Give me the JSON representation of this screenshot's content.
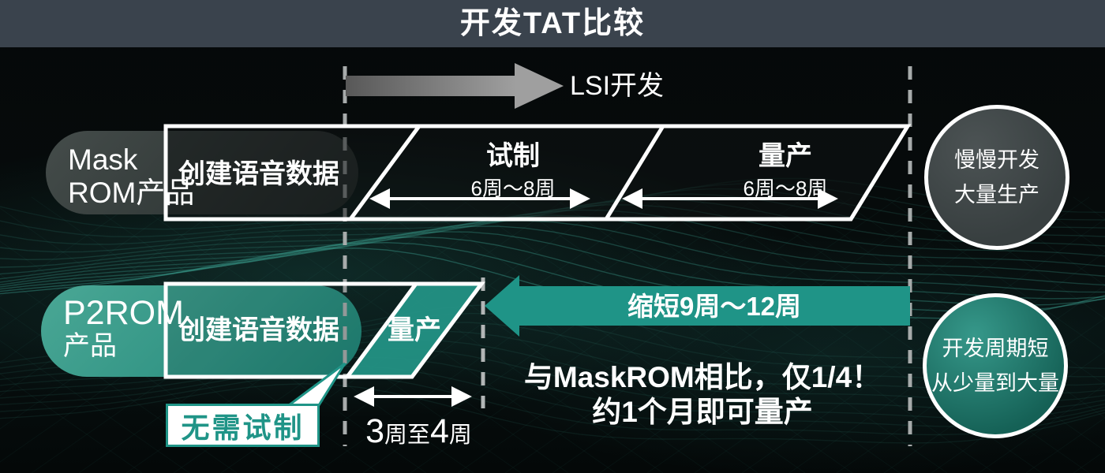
{
  "title": "开发TAT比较",
  "timeline": {
    "lsi_label": "LSI开发"
  },
  "mask_row": {
    "product_line1": "Mask",
    "product_line2": "ROM产品",
    "create_label": "创建语音数据",
    "trial_label": "试制",
    "trial_duration": "6周～8周",
    "mass_label": "量产",
    "mass_duration": "6周～8周",
    "badge_line1": "慢慢开发",
    "badge_line2": "大量生产"
  },
  "p2_row": {
    "product_line1": "P2ROM",
    "product_line2": "产品",
    "create_label": "创建语音数据",
    "mass_label": "量产",
    "no_trial_label": "无需试制",
    "duration_parts": [
      "3",
      "周至",
      "4",
      "周"
    ],
    "shorten_label": "缩短9周～12周",
    "compare_line1": "与MaskROM相比，仅1/4！",
    "compare_line2": "约1个月即可量产",
    "badge_line1": "开发周期短",
    "badge_line2": "从少量到大量"
  },
  "colors": {
    "teal": "#1f9487",
    "teal_light": "#3fb3a3",
    "dark_badge": "#3d4345",
    "title_bar": "#3a434d"
  }
}
